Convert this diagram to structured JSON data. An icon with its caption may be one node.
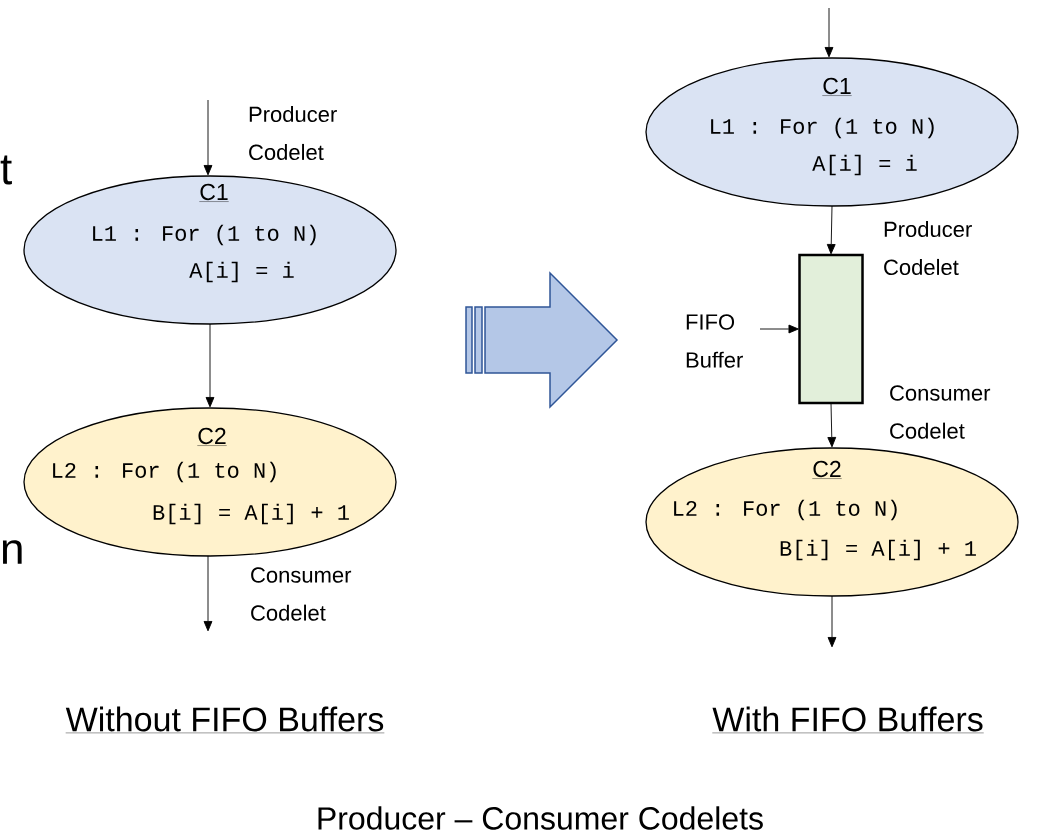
{
  "diagram": {
    "caption": "Producer – Consumer Codelets",
    "nodes": [
      {
        "text": [
          "C1",
          "L1 : For (1 to N)",
          "A[i] = i"
        ]
      },
      {
        "text": [
          "C2",
          "L2 : For (1 to N)",
          "B[i] = A[i] + 1"
        ]
      },
      {
        "text": [
          "C1",
          "L1 : For (1 to N)",
          "A[i] = i"
        ]
      },
      {
        "text": [],
        "shape": "box"
      },
      {
        "text": [
          "C2",
          "L2 : For (1 to N)",
          "B[i] = A[i] + 1"
        ]
      },
      {
        "text": [
          "FIFO Buffer"
        ]
      }
    ],
    "edges": [
      {
        "from": null,
        "to": 0,
        "arrow": "to",
        "label": "Producer Codelet"
      },
      {
        "from": 0,
        "to": 1,
        "arrow": "to"
      },
      {
        "from": 1,
        "to": null,
        "arrow": "to",
        "label": "Consumer Codelet"
      },
      {
        "from": null,
        "to": 2,
        "arrow": "to"
      },
      {
        "from": 2,
        "to": 3,
        "arrow": "to",
        "label": "Producer Codelet"
      },
      {
        "from": 3,
        "to": 4,
        "arrow": "to",
        "label": "Consumer Codelet"
      },
      {
        "from": 4,
        "to": null,
        "arrow": "to"
      },
      {
        "from": 5,
        "to": 3,
        "arrow": "to"
      }
    ],
    "labels": [
      "t",
      "n",
      "Without FIFO Buffers",
      "With FIFO Buffers"
    ]
  }
}
